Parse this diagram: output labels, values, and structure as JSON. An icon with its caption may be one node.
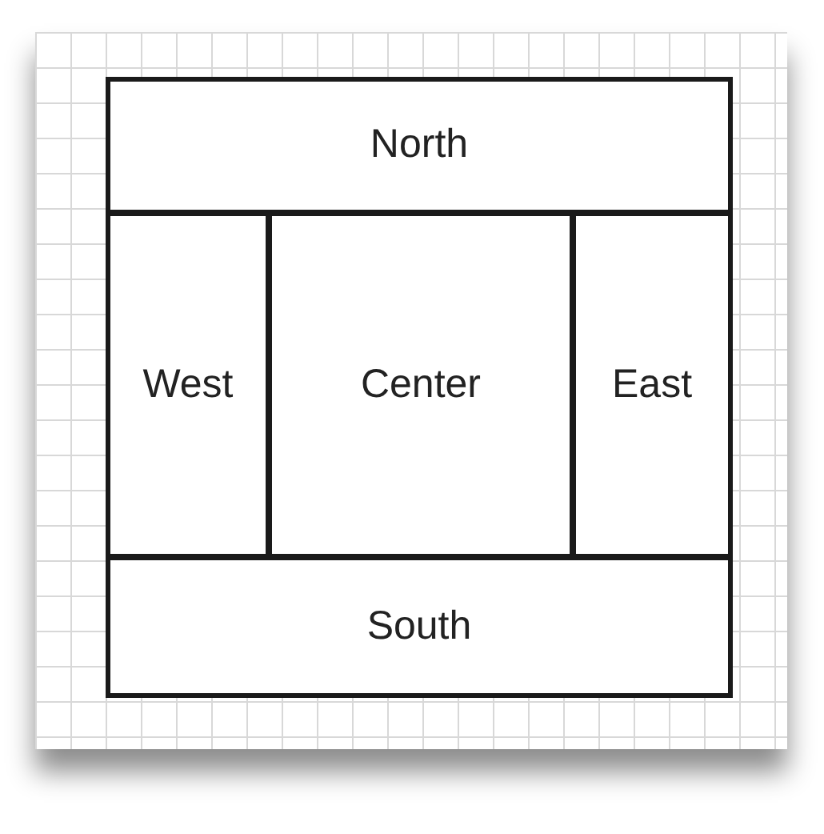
{
  "diagram": {
    "nodes": [
      {
        "text": [
          "North"
        ]
      },
      {
        "text": [
          "West"
        ]
      },
      {
        "text": [
          "Center"
        ]
      },
      {
        "text": [
          "East"
        ]
      },
      {
        "text": [
          "South"
        ]
      }
    ]
  }
}
